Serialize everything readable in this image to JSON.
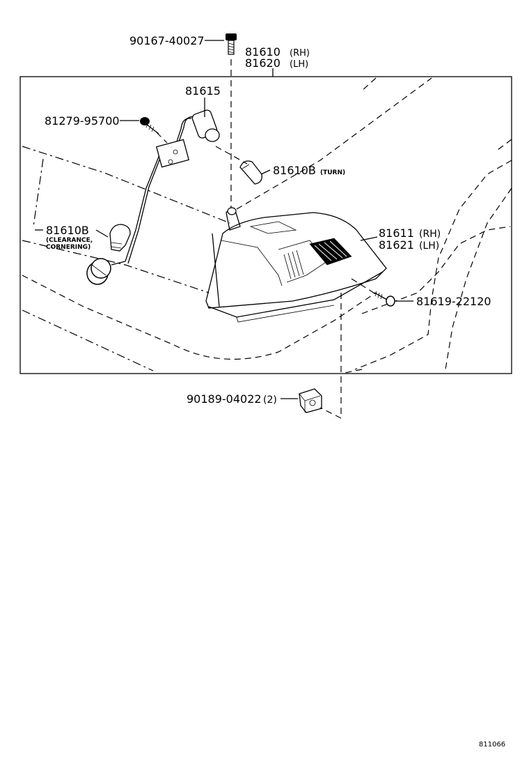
{
  "callouts": {
    "bolt_top": "90167-40027",
    "lamp_rh": "81610",
    "lamp_rh_suffix": "(RH)",
    "lamp_lh": "81620",
    "lamp_lh_suffix": "(LH)",
    "socket": "81615",
    "screw_left": "81279-95700",
    "bulb_turn": "81610B",
    "bulb_turn_note": "(TURN)",
    "bulb_clearance": "81610B",
    "bulb_clearance_note1": "(CLEARANCE,",
    "bulb_clearance_note2": "CORNERING)",
    "lens_rh": "81611",
    "lens_rh_suffix": "(RH)",
    "lens_lh": "81621",
    "lens_lh_suffix": "(LH)",
    "screw_right": "81619-22120",
    "clip": "90189-04022",
    "clip_qty": "(2)"
  },
  "diagram_ref": "811066"
}
